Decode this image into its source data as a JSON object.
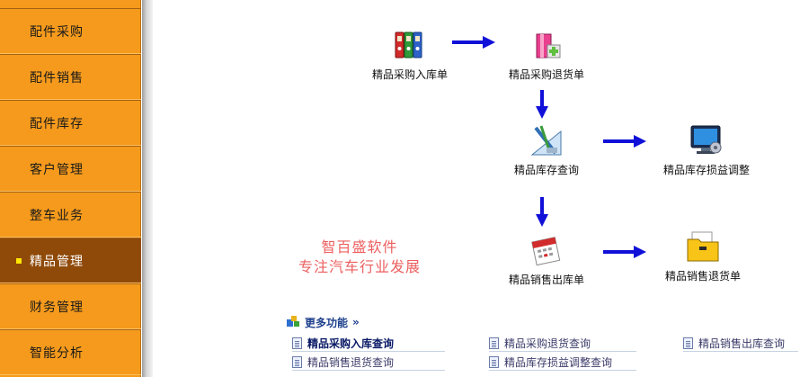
{
  "sidebar": {
    "items": [
      {
        "label": "配件采购"
      },
      {
        "label": "配件销售"
      },
      {
        "label": "配件库存"
      },
      {
        "label": "客户管理"
      },
      {
        "label": "整车业务"
      },
      {
        "label": "精品管理",
        "active": true
      },
      {
        "label": "财务管理"
      },
      {
        "label": "智能分析"
      }
    ]
  },
  "flow": {
    "nodes": {
      "purchase_in": {
        "label": "精品采购入库单",
        "icon": "binders-icon"
      },
      "purchase_return": {
        "label": "精品采购退货单",
        "icon": "gift-box-icon"
      },
      "stock_query": {
        "label": "精品库存查询",
        "icon": "drafting-tools-icon"
      },
      "stock_adjust": {
        "label": "精品库存损益调整",
        "icon": "monitor-gear-icon"
      },
      "sales_out": {
        "label": "精品销售出库单",
        "icon": "calendar-icon"
      },
      "sales_return": {
        "label": "精品销售退货单",
        "icon": "folder-icon"
      }
    }
  },
  "slogan": {
    "line1": "智百盛软件",
    "line2": "专注汽车行业发展"
  },
  "more": {
    "title": "更多功能",
    "chevron": "»",
    "links": [
      {
        "label": "精品采购入库查询",
        "bold": true
      },
      {
        "label": "精品采购退货查询"
      },
      {
        "label": "精品销售出库查询"
      },
      {
        "label": "精品销售退货查询"
      },
      {
        "label": "精品库存损益调整查询"
      }
    ]
  },
  "colors": {
    "sidebar_bg": "#f59a1c",
    "sidebar_active": "#8f4a0a",
    "arrow": "#1010d8",
    "slogan": "#ec5f5f"
  }
}
